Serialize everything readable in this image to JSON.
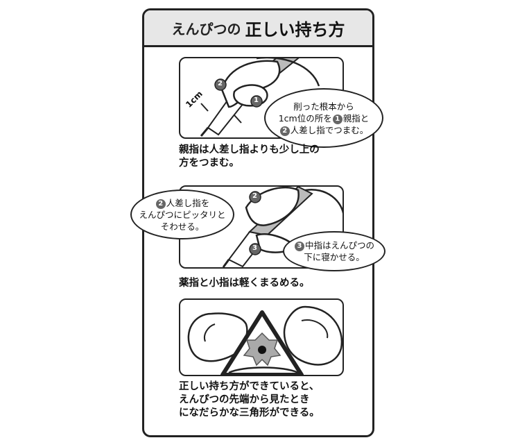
{
  "title": {
    "prefix": "えんぴつの",
    "main": "正しい持ち方"
  },
  "section1": {
    "label_1cm": "1cm",
    "marker1": "1",
    "marker2": "2",
    "bubble": {
      "line1": "削った根本から",
      "line2_pre": "1cm位の所を",
      "line2_num": "1",
      "line2_post": "親指と",
      "line3_num": "2",
      "line3_post": "人差し指でつまむ。"
    },
    "caption": "親指は人差し指よりも少し上の\n方をつまむ。"
  },
  "section2": {
    "marker2": "2",
    "marker3": "3",
    "bubble_left": {
      "line1_num": "2",
      "line1_post": "人差し指を",
      "line2": "えんぴつにピッタリと",
      "line3": "そわせる。"
    },
    "bubble_right": {
      "line1_num": "3",
      "line1_post": "中指はえんぴつの",
      "line2": "下に寝かせる。"
    },
    "caption": "薬指と小指は軽くまるめる。"
  },
  "section3": {
    "caption": "正しい持ち方ができていると、\nえんぴつの先端から見たとき\nになだらかな三角形ができる。"
  }
}
